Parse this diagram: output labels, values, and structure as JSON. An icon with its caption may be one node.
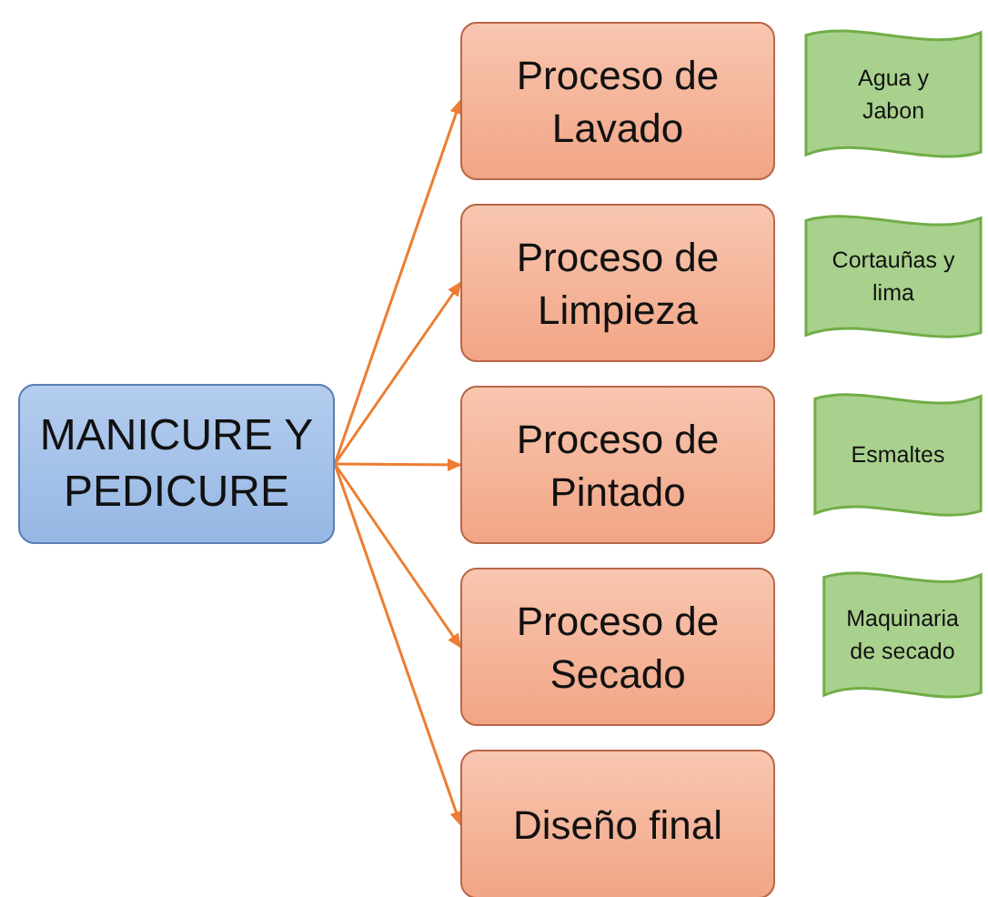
{
  "diagram": {
    "nodes": [
      {
        "text": [
          "MANICURE Y PEDICURE"
        ]
      },
      {
        "text": [
          "Proceso de Lavado"
        ]
      },
      {
        "text": [
          "Proceso de Limpieza"
        ]
      },
      {
        "text": [
          "Proceso de Pintado"
        ]
      },
      {
        "text": [
          "Proceso de Secado"
        ]
      },
      {
        "text": [
          "Diseño final"
        ]
      },
      {
        "text": [
          "Agua y Jabon"
        ]
      },
      {
        "text": [
          "Cortauñas y lima"
        ]
      },
      {
        "text": [
          "Esmaltes"
        ]
      },
      {
        "text": [
          "Maquinaria de secado"
        ]
      }
    ],
    "edges": [
      {
        "from": 0,
        "to": 1,
        "arrow": "to"
      },
      {
        "from": 0,
        "to": 2,
        "arrow": "to"
      },
      {
        "from": 0,
        "to": 3,
        "arrow": "to"
      },
      {
        "from": 0,
        "to": 4,
        "arrow": "to"
      },
      {
        "from": 0,
        "to": 5,
        "arrow": "to"
      }
    ]
  }
}
